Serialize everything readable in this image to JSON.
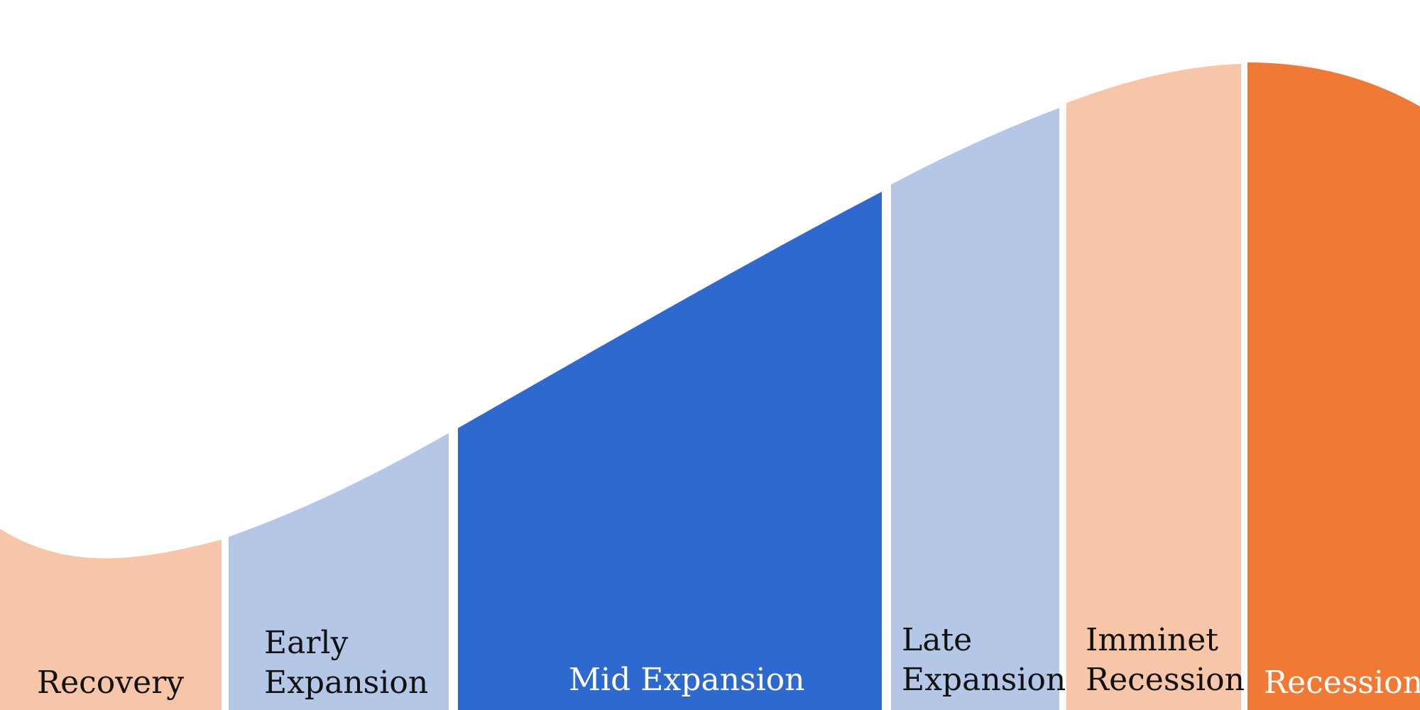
{
  "diagram": {
    "phases": [
      {
        "id": "recovery",
        "lines": [
          "Recovery"
        ],
        "color": "#f7c5a8",
        "text_color": "#111111"
      },
      {
        "id": "early-expansion",
        "lines": [
          "Early",
          "Expansion"
        ],
        "color": "#b4c7e7",
        "text_color": "#111111"
      },
      {
        "id": "mid-expansion",
        "lines": [
          "Mid Expansion"
        ],
        "color": "#2e69cf",
        "text_color": "#ffffff"
      },
      {
        "id": "late-expansion",
        "lines": [
          "Late",
          "Expansion"
        ],
        "color": "#b4c7e7",
        "text_color": "#111111"
      },
      {
        "id": "imminent-recession",
        "lines": [
          "Imminet",
          "Recession"
        ],
        "color": "#f7c5a8",
        "text_color": "#111111"
      },
      {
        "id": "recession",
        "lines": [
          "Recession"
        ],
        "color": "#f07a33",
        "text_color": "#ffffff"
      }
    ]
  }
}
